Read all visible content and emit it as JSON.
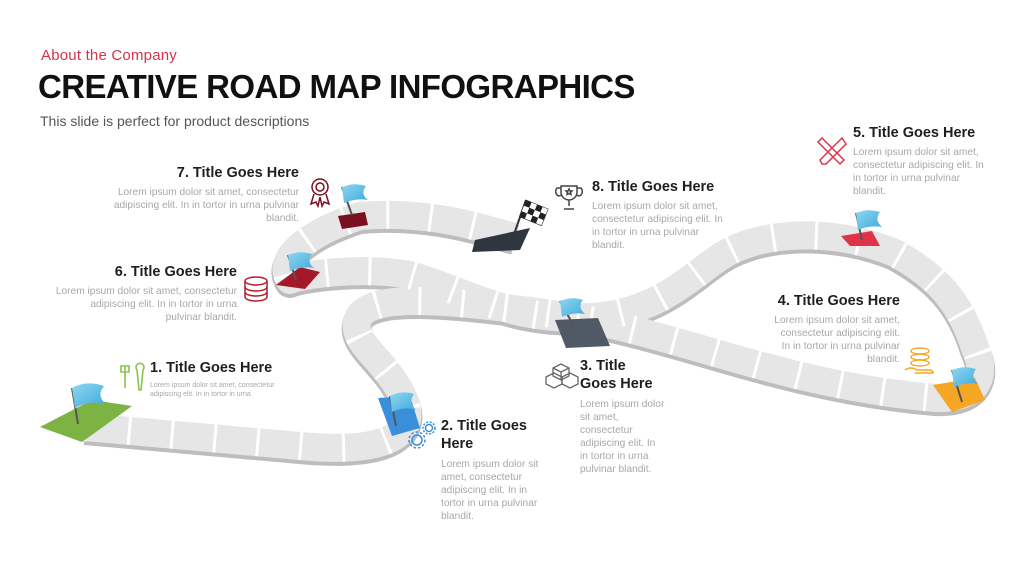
{
  "header": {
    "eyebrow": "About  the Company",
    "title": "CREATIVE ROAD MAP INFOGRAPHICS",
    "subtitle": "This slide is perfect for product descriptions"
  },
  "steps": [
    {
      "title": "1. Title Goes Here",
      "body": "Lorem ipsum dolor sit amet, consectetur adipiscing elit. In in tortor in urna",
      "icon": "tools-icon",
      "color": "#7cb342"
    },
    {
      "title": "2. Title Goes Here",
      "body": "Lorem ipsum dolor sit amet, consectetur adipiscing elit. In in tortor in urna pulvinar  blandit.",
      "icon": "gears-icon",
      "color": "#3a8fdb"
    },
    {
      "title": "3. Title Goes Here",
      "body": "Lorem ipsum dolor sit amet, consectetur adipiscing elit. In in tortor in urna pulvinar  blandit.",
      "icon": "cubes-icon",
      "color": "#505a66"
    },
    {
      "title": "4. Title Goes Here",
      "body": "Lorem ipsum dolor sit amet, consectetur adipiscing elit. In in tortor in urna pulvinar  blandit.",
      "icon": "coins-hand-icon",
      "color": "#f5a623"
    },
    {
      "title": "5. Title Goes Here",
      "body": "Lorem ipsum dolor sit amet, consectetur adipiscing elit. In in tortor in urna pulvinar  blandit.",
      "icon": "pencil-ruler-icon",
      "color": "#e0334a"
    },
    {
      "title": "6. Title Goes Here",
      "body": "Lorem ipsum dolor sit amet, consectetur adipiscing elit. In in tortor in urna pulvinar  blandit.",
      "icon": "database-icon",
      "color": "#a5182a"
    },
    {
      "title": "7. Title Goes Here",
      "body": "Lorem ipsum dolor sit amet, consectetur adipiscing elit. In in tortor in urna pulvinar  blandit.",
      "icon": "award-ribbon-icon",
      "color": "#7a1020"
    },
    {
      "title": "8. Title Goes Here",
      "body": "Lorem ipsum dolor sit amet, consectetur adipiscing elit. In in tortor in urna pulvinar  blandit.",
      "icon": "trophy-icon",
      "color": "#2f3640"
    }
  ],
  "colors": {
    "accent": "#d6334a",
    "road": "#e3e3e3",
    "road_edge": "#bdbdbd",
    "flag": "#5bc0eb"
  }
}
